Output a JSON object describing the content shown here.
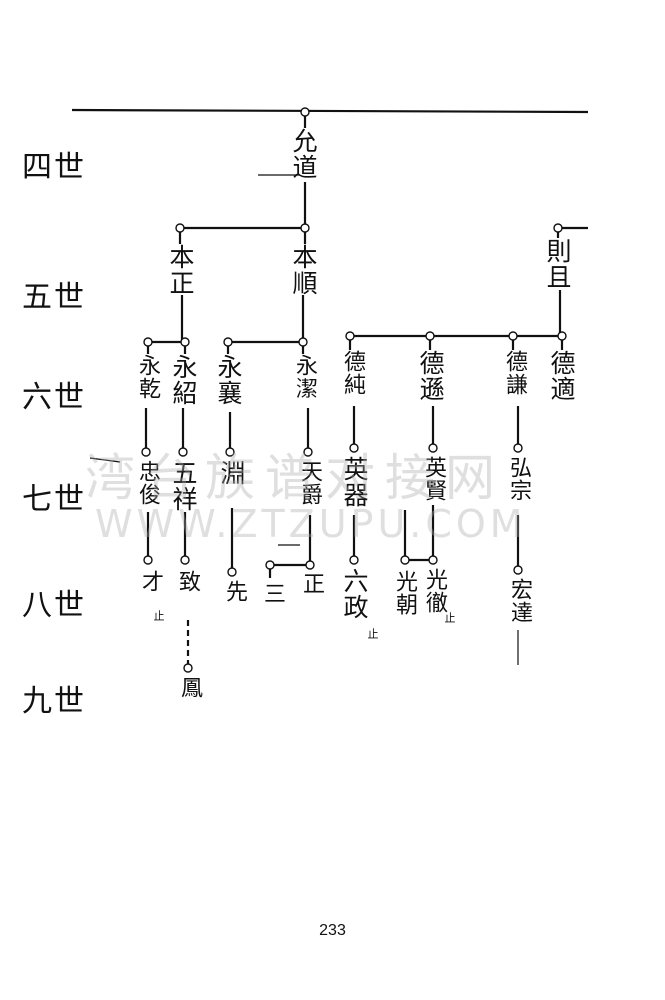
{
  "generations": [
    "四世",
    "五世",
    "六世",
    "七世",
    "八世",
    "九世"
  ],
  "names": {
    "yundao": "允道",
    "zeqie": "則且",
    "benzheng": "本正",
    "benshun": "本順",
    "deshi": "德適",
    "deqian": "德謙",
    "dexun": "德遜",
    "dechun": "德純",
    "yonggan": "永乾",
    "yongshao": "永紹",
    "yongxiang": "永襄",
    "yongjie": "永潔",
    "zhongjun": "忠俊",
    "wuxiang": "五祥",
    "yuan": "淵",
    "tianjue": "天爵",
    "yingqi": "英器",
    "yingxian": "英賢",
    "hongzong": "弘宗",
    "cai": "才",
    "zhi": "致",
    "xian": "先",
    "zheng": "正",
    "san": "三",
    "liuzheng": "六政",
    "guangzhao": "光朝",
    "guangchao": "光徹",
    "hongda": "宏達",
    "feng": "鳳",
    "zhi_small": "止",
    "zhi_small2": "止",
    "zhi_small3": "止"
  },
  "watermark": {
    "line1": "湾台族谱对接网",
    "line2": "WWW.ZTZUPU.COM"
  },
  "page_number": "233"
}
